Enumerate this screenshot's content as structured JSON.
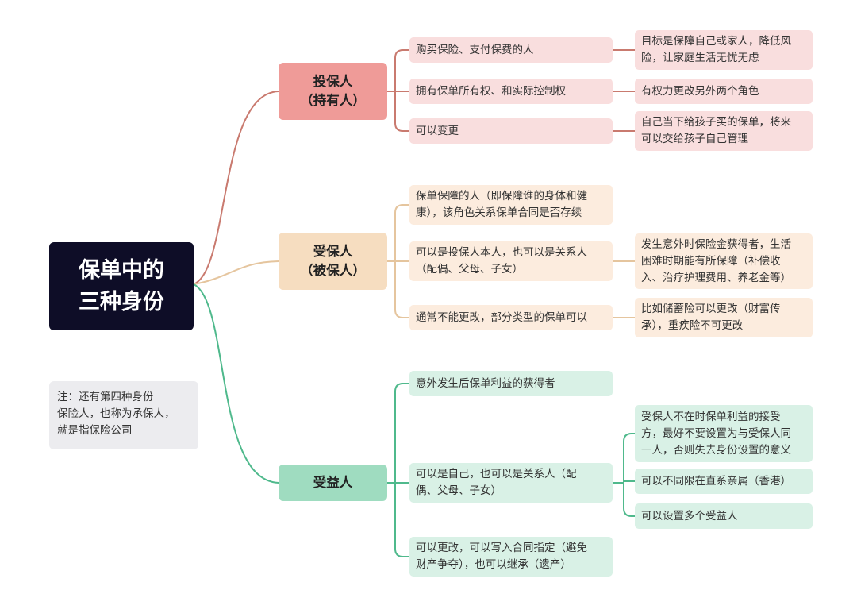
{
  "root": {
    "line1": "保单中的",
    "line2": "三种身份"
  },
  "note": {
    "lines": [
      "注：还有第四种身份",
      "保险人，也称为承保人，",
      "就是指保险公司"
    ]
  },
  "colors": {
    "policyholder": "#ef9b98",
    "insured": "#f6ddc0",
    "beneficiary": "#9fdcc0",
    "root": "#0e0d27"
  },
  "branches": [
    {
      "title_lines": [
        "投保人",
        "（持有人）"
      ],
      "items": [
        {
          "lines": [
            "购买保险、支付保费的人"
          ],
          "details": [
            {
              "lines": [
                "目标是保障自己或家人，降低风",
                "险，让家庭生活无忧无虑"
              ]
            }
          ]
        },
        {
          "lines": [
            "拥有保单所有权、和实际控制权"
          ],
          "details": [
            {
              "lines": [
                "有权力更改另外两个角色"
              ]
            }
          ]
        },
        {
          "lines": [
            "可以变更"
          ],
          "details": [
            {
              "lines": [
                "自己当下给孩子买的保单，将来",
                "可以交给孩子自己管理"
              ]
            }
          ]
        }
      ]
    },
    {
      "title_lines": [
        "受保人",
        "（被保人）"
      ],
      "items": [
        {
          "lines": [
            "保单保障的人（即保障谁的身体和健",
            "康），该角色关系保单合同是否存续"
          ],
          "details": []
        },
        {
          "lines": [
            "可以是投保人本人，也可以是关系人",
            "（配偶、父母、子女）"
          ],
          "details": [
            {
              "lines": [
                "发生意外时保险金获得者，生活",
                "困难时期能有所保障（补偿收",
                "入、治疗护理费用、养老金等）"
              ]
            }
          ]
        },
        {
          "lines": [
            "通常不能更改，部分类型的保单可以"
          ],
          "details": [
            {
              "lines": [
                "比如储蓄险可以更改（财富传",
                "承），重疾险不可更改"
              ]
            }
          ]
        }
      ]
    },
    {
      "title_lines": [
        "受益人"
      ],
      "items": [
        {
          "lines": [
            "意外发生后保单利益的获得者"
          ],
          "details": []
        },
        {
          "lines": [
            "可以是自己，也可以是关系人（配",
            "偶、父母、子女）"
          ],
          "details": [
            {
              "lines": [
                "受保人不在时保单利益的接受",
                "方，最好不要设置为与受保人同",
                "一人，否则失去身份设置的意义"
              ]
            },
            {
              "lines": [
                "可以不同限在直系亲属（香港）"
              ]
            },
            {
              "lines": [
                "可以设置多个受益人"
              ]
            }
          ]
        },
        {
          "lines": [
            "可以更改，可以写入合同指定（避免",
            "财产争夺），也可以继承（遗产）"
          ],
          "details": []
        }
      ]
    }
  ]
}
